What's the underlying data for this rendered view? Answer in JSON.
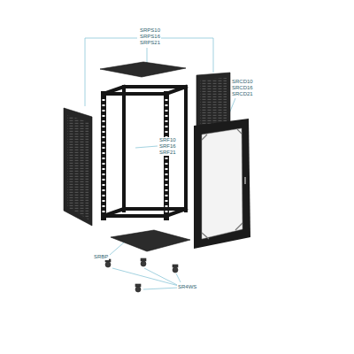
{
  "diagram": {
    "labels": [
      "SRPS10",
      "SRPS16",
      "SRPS21",
      "SRCD10",
      "SRCD16",
      "SRCD21",
      "SRF10",
      "SRF16",
      "SRF21",
      "SRBP",
      "SR4WS"
    ]
  }
}
